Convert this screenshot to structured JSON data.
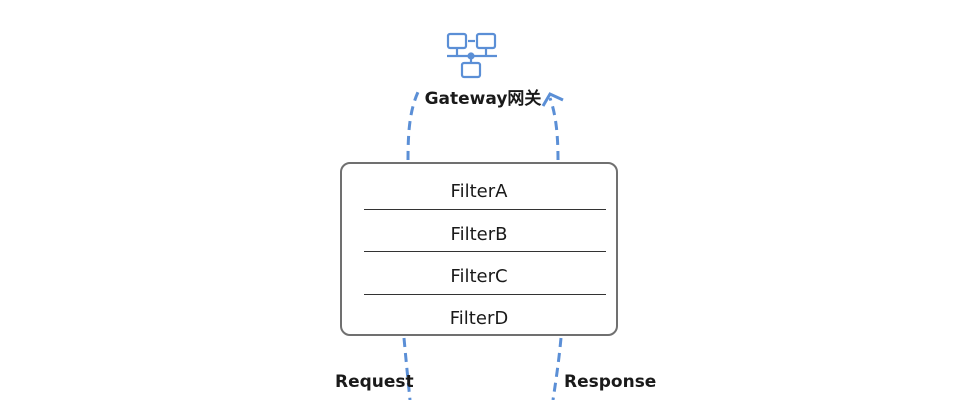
{
  "gateway": {
    "label": "Gateway网关",
    "icon": "network-icon",
    "icon_color": "#5b8fd6"
  },
  "filters": [
    "FilterA",
    "FilterB",
    "FilterC",
    "FilterD"
  ],
  "flows": {
    "request_label": "Request",
    "response_label": "Response",
    "arrow_color": "#5b8fd6"
  }
}
